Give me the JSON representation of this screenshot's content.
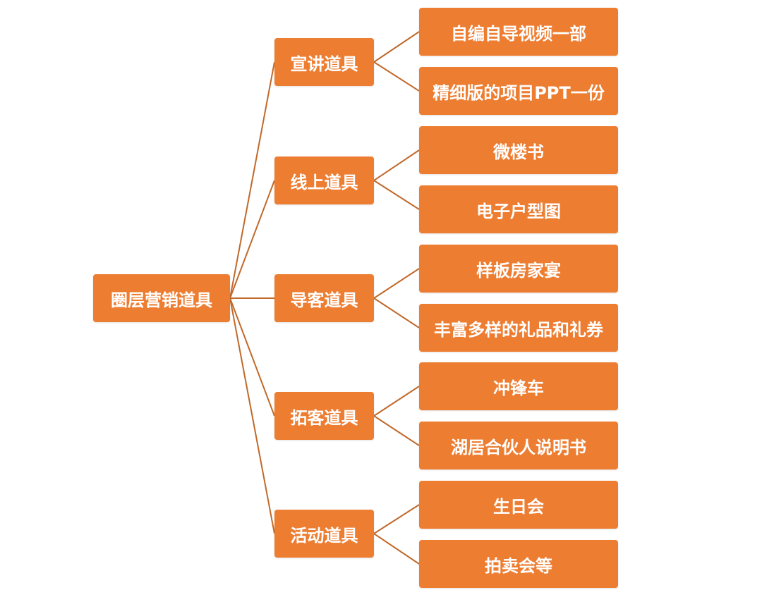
{
  "root": {
    "label": "圈层营销道具"
  },
  "categories": [
    {
      "label": "宣讲道具",
      "items": [
        "自编自导视频一部",
        "精细版的项目PPT一份"
      ]
    },
    {
      "label": "线上道具",
      "items": [
        "微楼书",
        "电子户型图"
      ]
    },
    {
      "label": "导客道具",
      "items": [
        "样板房家宴",
        "丰富多样的礼品和礼券"
      ]
    },
    {
      "label": "拓客道具",
      "items": [
        "冲锋车",
        "湖居合伙人说明书"
      ]
    },
    {
      "label": "活动道具",
      "items": [
        "生日会",
        "拍卖会等"
      ]
    }
  ],
  "colors": {
    "box_fill": "#ED7D31",
    "connector": "#C0692A",
    "text": "#FFFFFF"
  }
}
